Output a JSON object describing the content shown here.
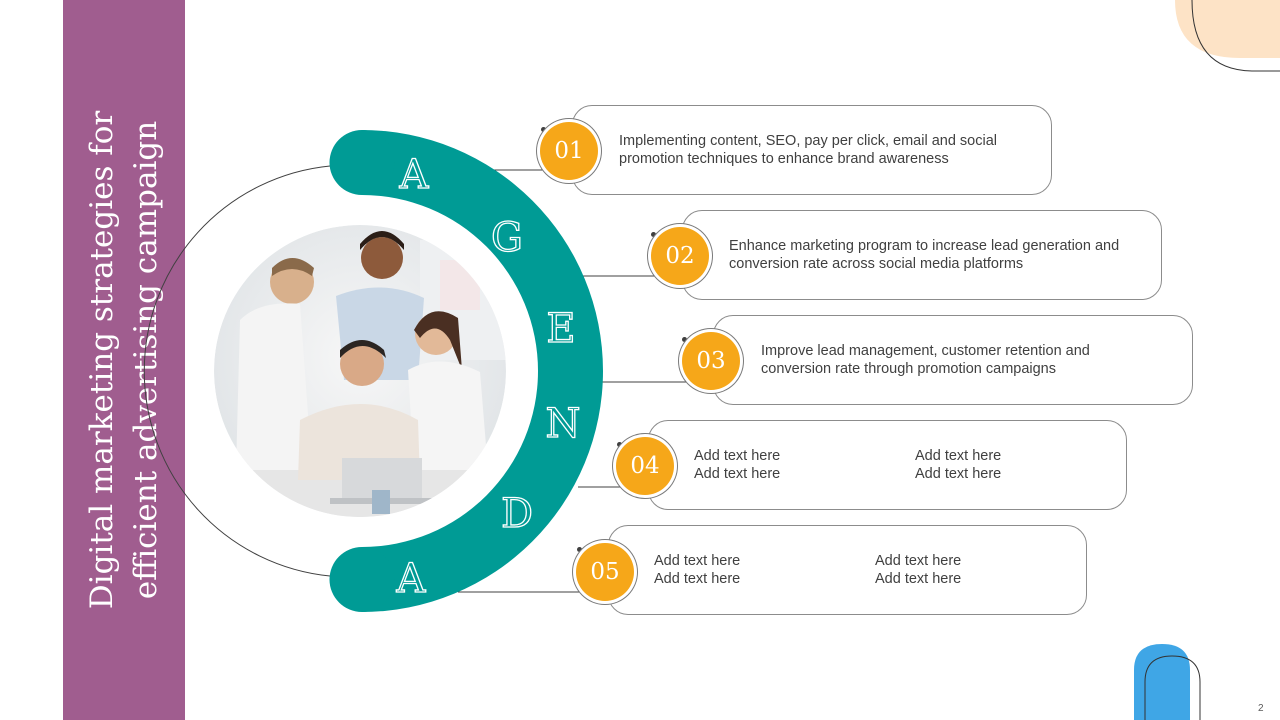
{
  "slide": {
    "title_line1": "Digital marketing strategies for",
    "title_line2": "efficient advertising campaign",
    "page_number": "2"
  },
  "agenda_letters": [
    "A",
    "G",
    "E",
    "N",
    "D",
    "A"
  ],
  "photo": {
    "icon": "team-meeting-photo"
  },
  "items": [
    {
      "number": "01",
      "texts": [
        "Implementing content, SEO, pay per click, email and social promotion techniques to enhance brand awareness"
      ]
    },
    {
      "number": "02",
      "texts": [
        "Enhance marketing program to increase lead generation and conversion rate across social media platforms"
      ]
    },
    {
      "number": "03",
      "texts": [
        "Improve lead management, customer retention and conversion rate through promotion campaigns"
      ]
    },
    {
      "number": "04",
      "texts": [
        "Add text here",
        "Add text here",
        "Add text here",
        "Add text here"
      ]
    },
    {
      "number": "05",
      "texts": [
        "Add text here",
        "Add text here",
        "Add text here",
        "Add text here"
      ]
    }
  ],
  "colors": {
    "side_band": "#a05d8f",
    "teal_arc": "#009b95",
    "badge": "#f6a719",
    "top_deco": "#fde3c6",
    "bottom_deco": "#3fa6e6"
  }
}
